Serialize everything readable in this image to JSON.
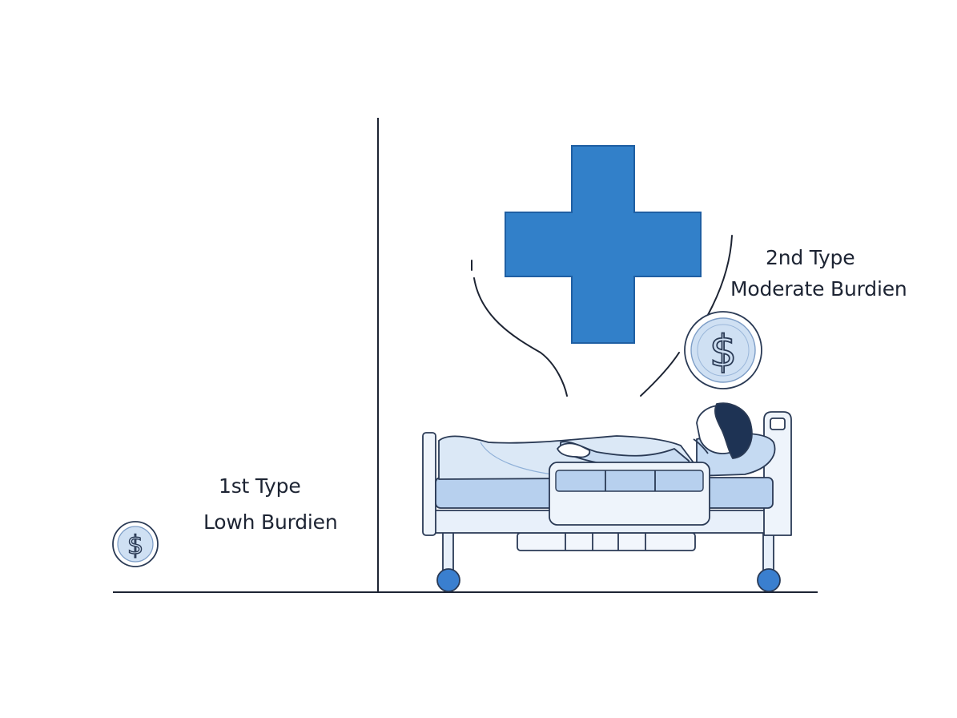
{
  "colors": {
    "ink": "#1d2433",
    "cross_blue": "#3280c9",
    "cross_outline": "#1f5fa3",
    "blanket_light": "#dbe8f6",
    "mattress_blue": "#b7d0ee",
    "coin_fill": "#cfe0f3",
    "wheel_blue": "#3a7fcf"
  },
  "icons": {
    "small_coin": "dollar-coin-icon",
    "large_coin": "dollar-coin-icon",
    "cross": "medical-cross-icon",
    "bed": "hospital-bed-icon",
    "patient": "patient-icon"
  },
  "panels": {
    "first": {
      "title": "1st Type",
      "subtitle": "Lowh Burdien",
      "coin_symbol": "$"
    },
    "second": {
      "title": "2nd Type",
      "subtitle": "Moderate Burdien",
      "coin_symbol": "$"
    }
  }
}
